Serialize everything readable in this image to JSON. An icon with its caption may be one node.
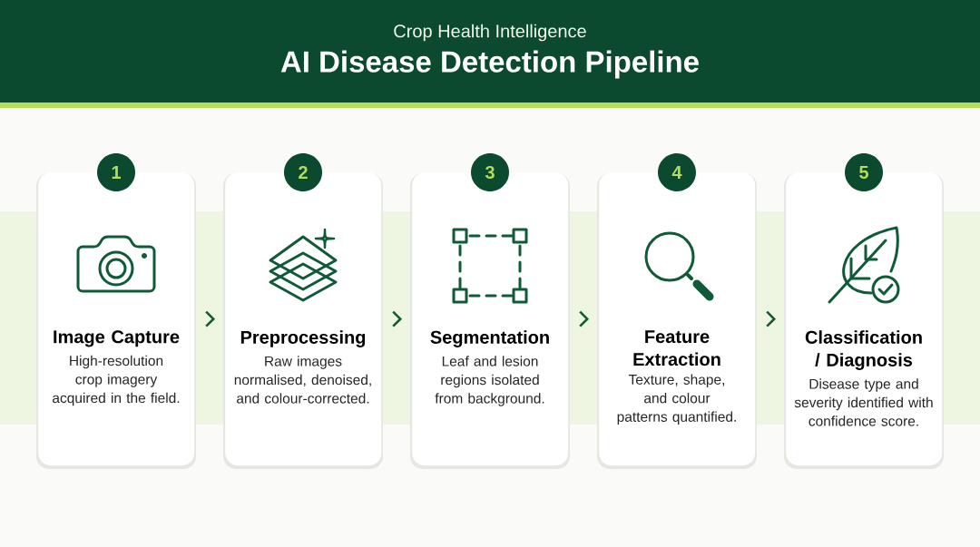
{
  "diagram": {
    "title": "AI Disease Detection Pipeline",
    "nodes": [
      {
        "text": [
          "1"
        ]
      },
      {
        "text": [
          "Image Capture",
          "High-resolution crop imagery acquired in the field."
        ]
      },
      {
        "text": [
          "2"
        ]
      },
      {
        "text": [
          "Preprocessing",
          "Raw images normalised, denoised, and colour-corrected."
        ]
      },
      {
        "text": [
          "3"
        ]
      },
      {
        "text": [
          "Segmentation",
          "Leaf and lesion regions isolated from background."
        ]
      },
      {
        "text": [
          "4"
        ]
      },
      {
        "text": [
          "Feature Extraction",
          "Texture, shape, and colour patterns quantified."
        ]
      },
      {
        "text": [
          "5"
        ]
      },
      {
        "text": [
          "Classification / Diagnosis",
          "Disease type and severity identified with confidence score."
        ]
      }
    ],
    "edges": [
      {
        "from": 1,
        "to": 3,
        "arrow": "to"
      },
      {
        "from": 3,
        "to": 5,
        "arrow": "to"
      },
      {
        "from": 5,
        "to": 7,
        "arrow": "to"
      },
      {
        "from": 7,
        "to": 9,
        "arrow": "to"
      }
    ],
    "labels": [
      "Crop Health Intelligence"
    ]
  }
}
